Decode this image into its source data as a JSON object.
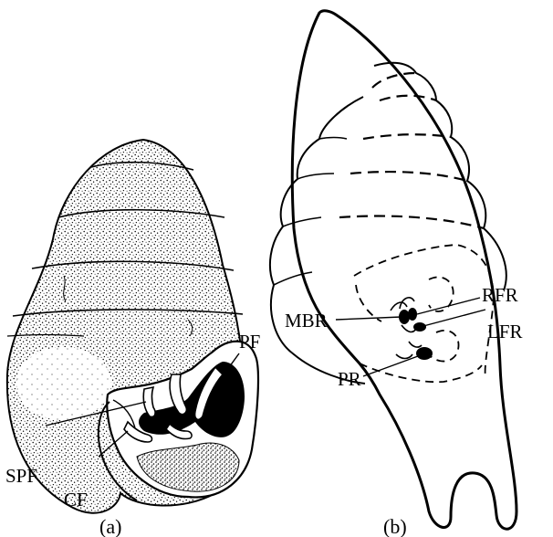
{
  "figure_a": {
    "caption": "(a)",
    "labels": {
      "pf": "PF",
      "spf": "SPF",
      "cf": "CF"
    }
  },
  "figure_b": {
    "caption": "(b)",
    "labels": {
      "rfr": "RFR",
      "lfr": "LFR",
      "mbr": "MBR",
      "pr": "PR"
    }
  },
  "colors": {
    "ink": "#000000",
    "paper": "#ffffff"
  }
}
